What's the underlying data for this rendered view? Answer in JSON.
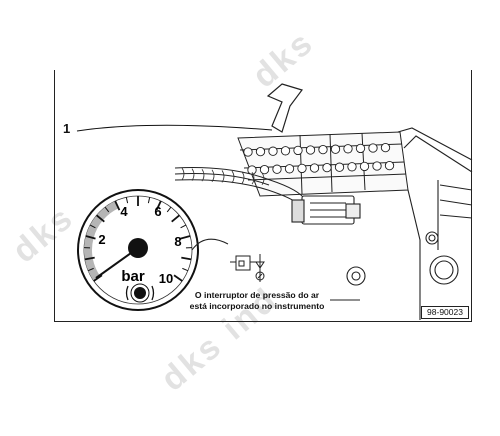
{
  "callout": {
    "number": "1"
  },
  "gauge": {
    "unit": "bar",
    "scale_labels": [
      "2",
      "4",
      "6",
      "8",
      "10"
    ]
  },
  "caption": {
    "line1": "O interruptor de pressão do ar",
    "line2": "está incorporado no instrumento"
  },
  "figure_ref": "98-90023",
  "watermark": "dks ind"
}
